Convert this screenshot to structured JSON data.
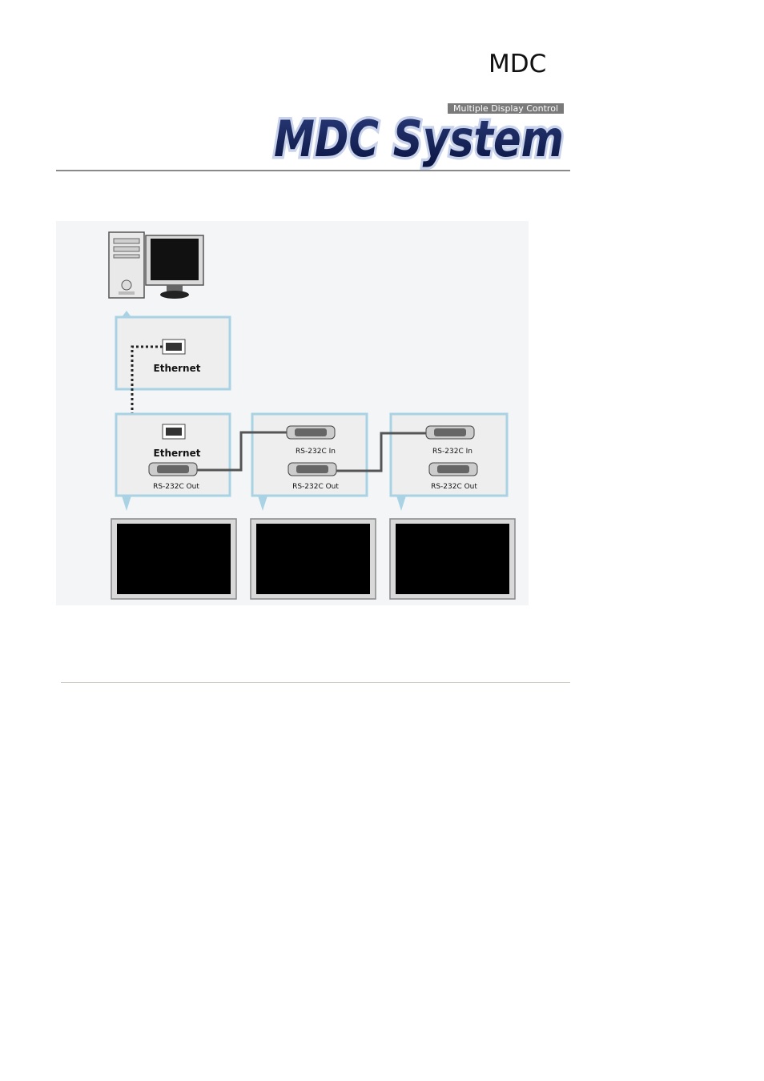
{
  "header": {
    "title": "MDC"
  },
  "logo": {
    "subtitle": "Multiple Display Control",
    "main_text": "MDC System",
    "colors": {
      "text_fill": "#0d1a4a",
      "outline": "#c9d3ec",
      "sub_bg": "#7a7a7a"
    }
  },
  "diagram": {
    "pc_box": {
      "port_label": "Ethernet"
    },
    "display1": {
      "port_label_top": "Ethernet",
      "port_label_bottom": "RS-232C Out"
    },
    "display2": {
      "port_label_top": "RS-232C In",
      "port_label_bottom": "RS-232C Out"
    },
    "display3": {
      "port_label_top": "RS-232C In",
      "port_label_bottom": "RS-232C Out"
    },
    "colors": {
      "panel_border": "#a9d3e4",
      "panel_fill": "#f4f6f7",
      "screen": "#000000",
      "cable": "#555555"
    }
  }
}
